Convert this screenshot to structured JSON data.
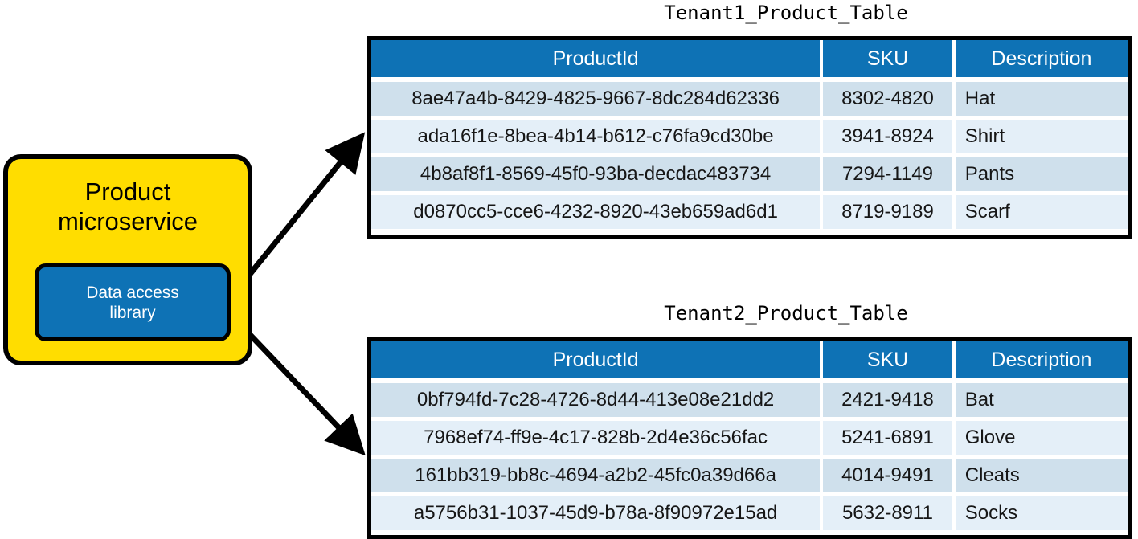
{
  "diagram": {
    "service": {
      "title": "Product\nmicroservice",
      "inner_component_label": "Data access\nlibrary",
      "box_color": "#FFDD00",
      "inner_color": "#0E72B5"
    },
    "connectors": [
      {
        "name": "arrow-to-tenant1-table",
        "from": "data-access-library",
        "to": "Tenant1_Product_Table"
      },
      {
        "name": "arrow-to-tenant2-table",
        "from": "data-access-library",
        "to": "Tenant2_Product_Table"
      }
    ],
    "tables": [
      {
        "title": "Tenant1_Product_Table",
        "header_color": "#0E72B5",
        "columns": [
          "ProductId",
          "SKU",
          "Description"
        ],
        "rows": [
          [
            "8ae47a4b-8429-4825-9667-8dc284d62336",
            "8302-4820",
            "Hat"
          ],
          [
            "ada16f1e-8bea-4b14-b612-c76fa9cd30be",
            "3941-8924",
            "Shirt"
          ],
          [
            "4b8af8f1-8569-45f0-93ba-decdac483734",
            "7294-1149",
            "Pants"
          ],
          [
            "d0870cc5-cce6-4232-8920-43eb659ad6d1",
            "8719-9189",
            "Scarf"
          ]
        ]
      },
      {
        "title": "Tenant2_Product_Table",
        "header_color": "#0E72B5",
        "columns": [
          "ProductId",
          "SKU",
          "Description"
        ],
        "rows": [
          [
            "0bf794fd-7c28-4726-8d44-413e08e21dd2",
            "2421-9418",
            "Bat"
          ],
          [
            "7968ef74-ff9e-4c17-828b-2d4e36c56fac",
            "5241-6891",
            "Glove"
          ],
          [
            "161bb319-bb8c-4694-a2b2-45fc0a39d66a",
            "4014-9491",
            "Cleats"
          ],
          [
            "a5756b31-1037-45d9-b78a-8f90972e15ad",
            "5632-8911",
            "Socks"
          ]
        ]
      }
    ]
  }
}
